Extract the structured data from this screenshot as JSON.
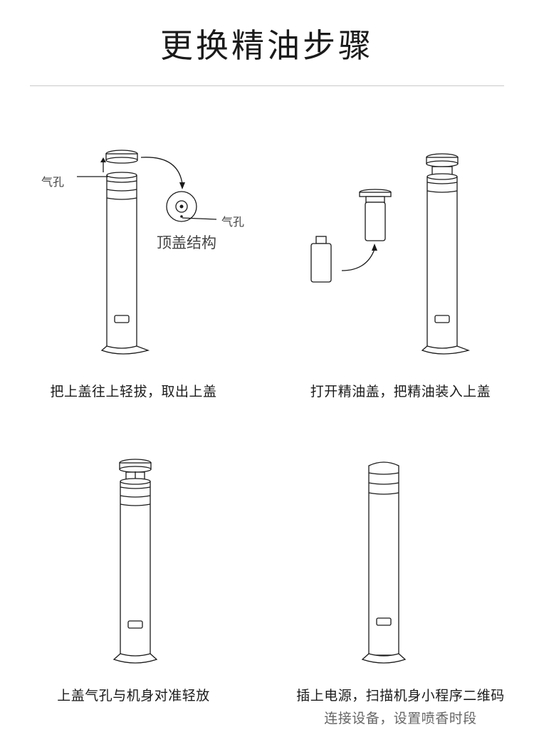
{
  "title": "更换精油步骤",
  "steps": [
    {
      "caption": "把上盖往上轻拔，取出上盖",
      "labels": {
        "vent_left": "气孔",
        "vent_right": "气孔",
        "top_structure": "顶盖结构"
      }
    },
    {
      "caption": "打开精油盖，把精油装入上盖"
    },
    {
      "caption": "上盖气孔与机身对准轻放"
    },
    {
      "caption": "插上电源，扫描机身小程序二维码",
      "caption2": "连接设备，设置喷香时段"
    }
  ]
}
